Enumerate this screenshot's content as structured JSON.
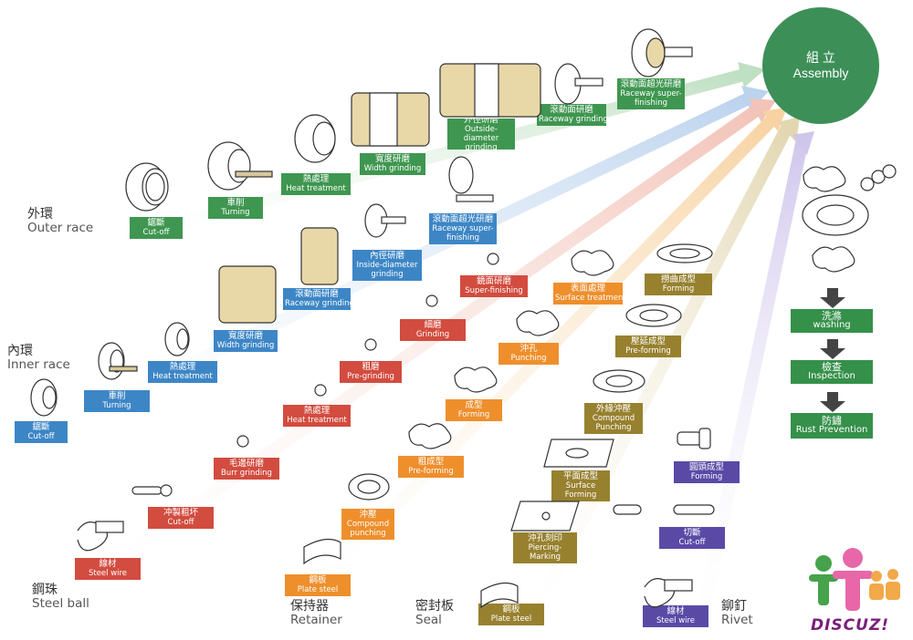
{
  "assembly": {
    "zh": "組 立",
    "en": "Assembly"
  },
  "groups": {
    "outer": {
      "zh": "外環",
      "en": "Outer race"
    },
    "inner": {
      "zh": "內環",
      "en": "Inner race"
    },
    "ball": {
      "zh": "鋼珠",
      "en": "Steel ball"
    },
    "retainer": {
      "zh": "保持器",
      "en": "Retainer"
    },
    "seal": {
      "zh": "密封板",
      "en": "Seal"
    },
    "rivet": {
      "zh": "鉚釘",
      "en": "Rivet"
    }
  },
  "outer_steps": [
    {
      "zh": "鋸斷",
      "en": "Cut-off"
    },
    {
      "zh": "車削",
      "en": "Turning"
    },
    {
      "zh": "熱處理",
      "en": "Heat treatment"
    },
    {
      "zh": "寬度研磨",
      "en": "Width grinding"
    },
    {
      "zh": "外徑研磨",
      "en": "Outside-diameter grinding"
    },
    {
      "zh": "滾動面研磨",
      "en": "Raceway grinding"
    },
    {
      "zh": "滾動面超光研磨",
      "en": "Raceway super-finishing"
    }
  ],
  "inner_steps": [
    {
      "zh": "鋸斷",
      "en": "Cut-off"
    },
    {
      "zh": "車削",
      "en": "Turning"
    },
    {
      "zh": "熱處理",
      "en": "Heat treatment"
    },
    {
      "zh": "寬度研磨",
      "en": "Width grinding"
    },
    {
      "zh": "滾動面研磨",
      "en": "Raceway grinding"
    },
    {
      "zh": "內徑研磨",
      "en": "Inside-diameter grinding"
    },
    {
      "zh": "滾動面超光研磨",
      "en": "Raceway super-finishing"
    }
  ],
  "ball_steps": [
    {
      "zh": "線材",
      "en": "Steel wire"
    },
    {
      "zh": "冲製粗坏",
      "en": "Cut-off"
    },
    {
      "zh": "毛邊研磨",
      "en": "Burr grinding"
    },
    {
      "zh": "熱處理",
      "en": "Heat treatment"
    },
    {
      "zh": "粗磨",
      "en": "Pre-grinding"
    },
    {
      "zh": "細磨",
      "en": "Grinding"
    },
    {
      "zh": "鏡面研磨",
      "en": "Super-finishing"
    }
  ],
  "retainer_steps": [
    {
      "zh": "鋼板",
      "en": "Plate steel"
    },
    {
      "zh": "沖壓",
      "en": "Compound punching"
    },
    {
      "zh": "粗成型",
      "en": "Pre-forming"
    },
    {
      "zh": "成型",
      "en": "Forming"
    },
    {
      "zh": "沖孔",
      "en": "Punching"
    },
    {
      "zh": "表面處理",
      "en": "Surface treatment"
    }
  ],
  "seal_steps": [
    {
      "zh": "鋼板",
      "en": "Plate steel"
    },
    {
      "zh": "沖孔刻印",
      "en": "Piercing-Marking"
    },
    {
      "zh": "平面成型",
      "en": "Surface Forming"
    },
    {
      "zh": "外緣沖壓",
      "en": "Compound Punching"
    },
    {
      "zh": "壓延成型",
      "en": "Pre-forming"
    },
    {
      "zh": "撈曲成型",
      "en": "Forming"
    }
  ],
  "rivet_steps": [
    {
      "zh": "線材",
      "en": "Steel wire"
    },
    {
      "zh": "切斷",
      "en": "Cut-off"
    },
    {
      "zh": "圓頭成型",
      "en": "Forming"
    }
  ],
  "final_steps": [
    {
      "zh": "洗滌",
      "en": "washing"
    },
    {
      "zh": "檢查",
      "en": "Inspection"
    },
    {
      "zh": "防鏽",
      "en": "Rust Prevention"
    }
  ],
  "logo": "DISCUZ!",
  "colors": {
    "outer": "#3f9650",
    "inner": "#3d86c6",
    "ball": "#d24c3f",
    "retainer": "#ee8f2c",
    "seal": "#97812f",
    "rivet": "#5a4aa6",
    "assembly": "#3d8f58"
  }
}
